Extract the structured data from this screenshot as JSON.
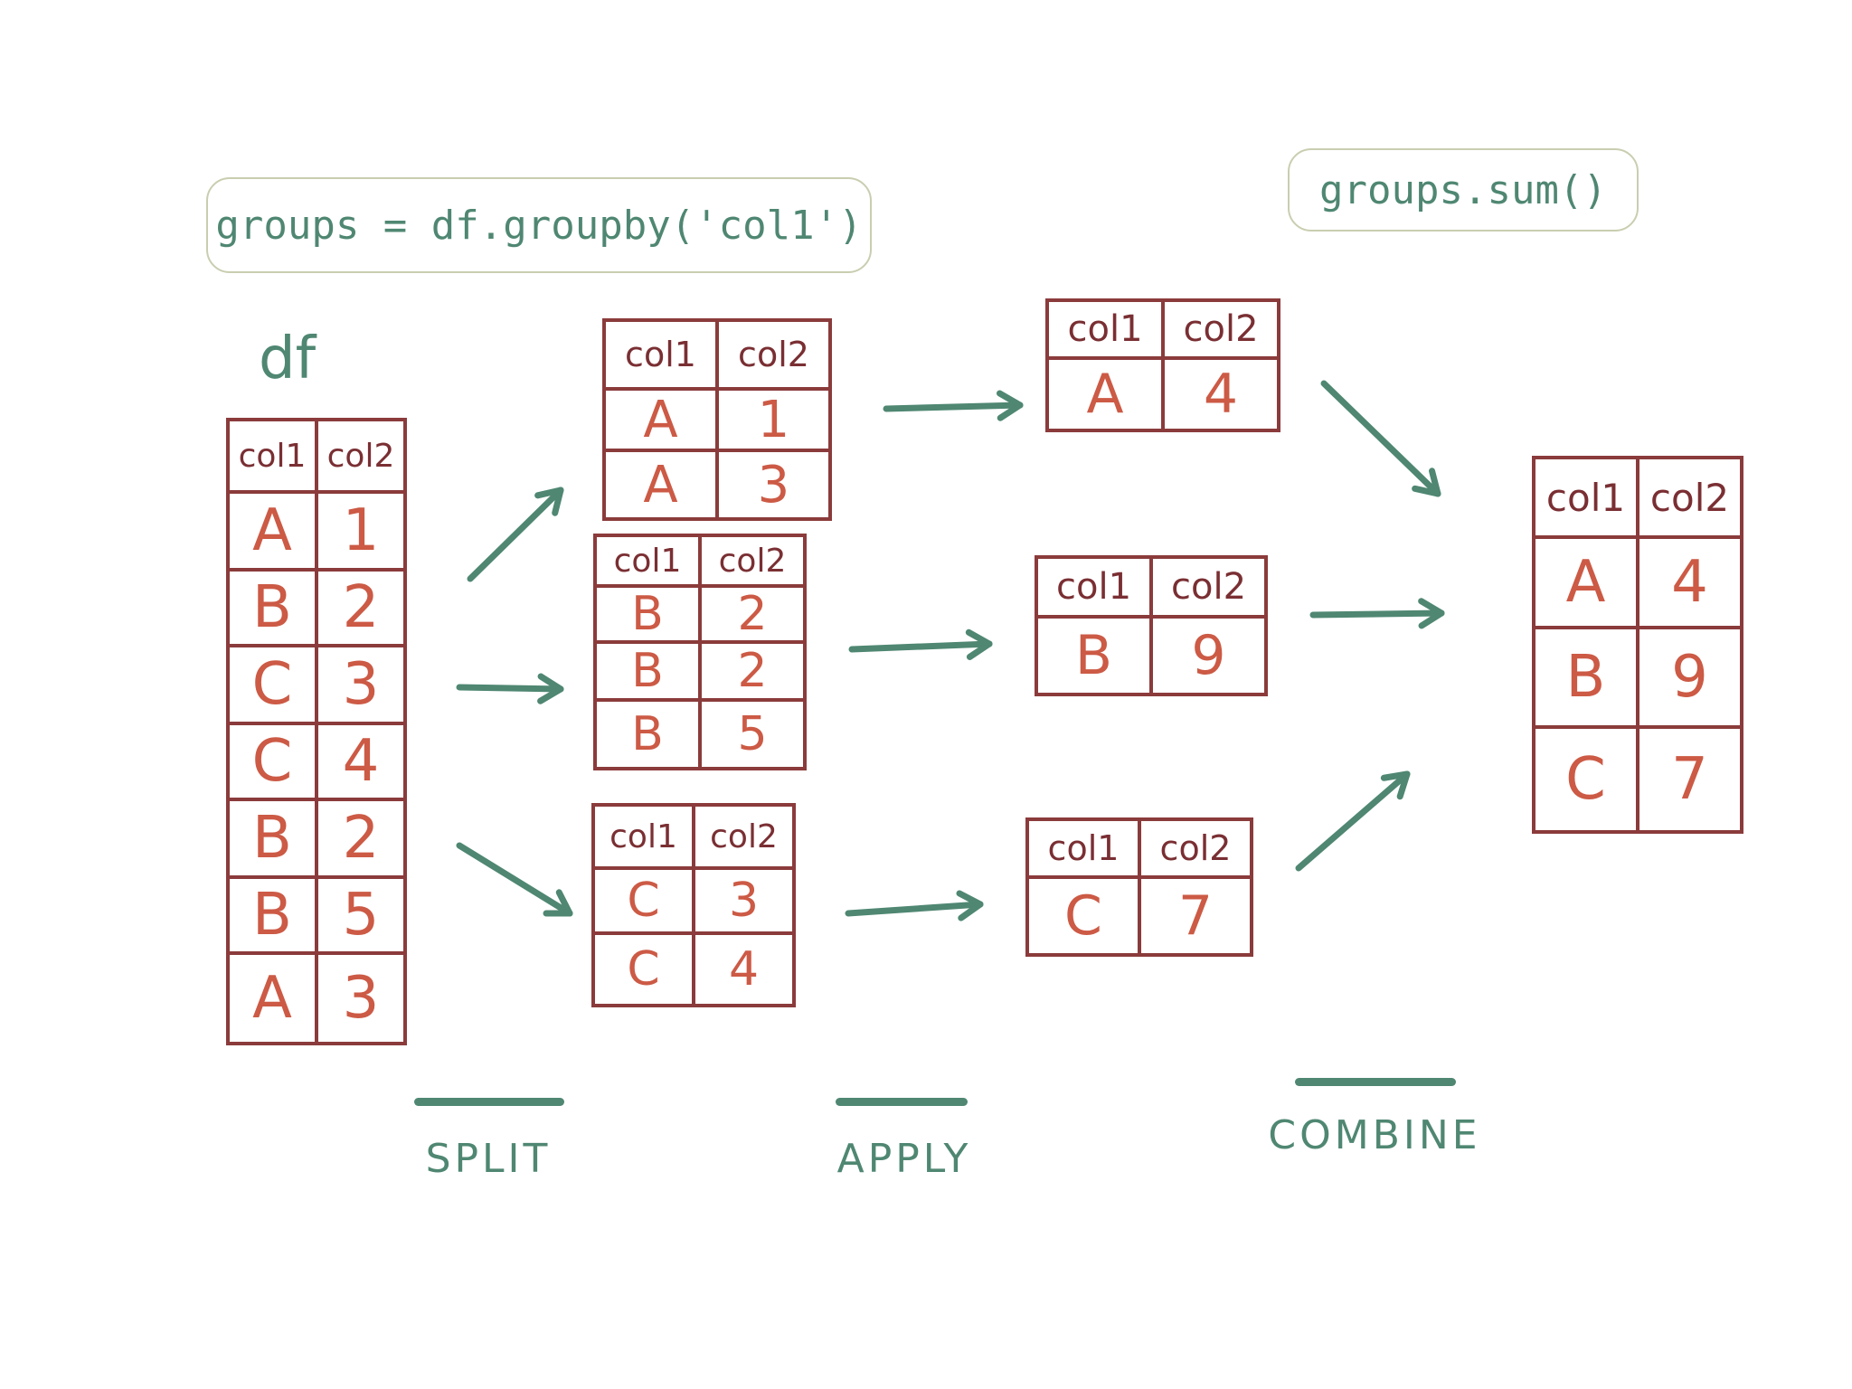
{
  "code": {
    "groupby": "groups = df.groupby('col1')",
    "sum": "groups.sum()"
  },
  "df_label": "df",
  "columns": [
    "col1",
    "col2"
  ],
  "tables": {
    "df": [
      [
        "A",
        "1"
      ],
      [
        "B",
        "2"
      ],
      [
        "C",
        "3"
      ],
      [
        "C",
        "4"
      ],
      [
        "B",
        "2"
      ],
      [
        "B",
        "5"
      ],
      [
        "A",
        "3"
      ]
    ],
    "split_a": [
      [
        "A",
        "1"
      ],
      [
        "A",
        "3"
      ]
    ],
    "split_b": [
      [
        "B",
        "2"
      ],
      [
        "B",
        "2"
      ],
      [
        "B",
        "5"
      ]
    ],
    "split_c": [
      [
        "C",
        "3"
      ],
      [
        "C",
        "4"
      ]
    ],
    "apply_a": [
      [
        "A",
        "4"
      ]
    ],
    "apply_b": [
      [
        "B",
        "9"
      ]
    ],
    "apply_c": [
      [
        "C",
        "7"
      ]
    ],
    "combined": [
      [
        "A",
        "4"
      ],
      [
        "B",
        "9"
      ],
      [
        "C",
        "7"
      ]
    ]
  },
  "stages": [
    "SPLIT",
    "APPLY",
    "COMBINE"
  ],
  "colors": {
    "arrow": "#4f8772",
    "table_border": "#8b3b3b",
    "cell_text": "#cc5a45",
    "header_text": "#7a2f33",
    "code_box_border": "#c9ceb0"
  }
}
